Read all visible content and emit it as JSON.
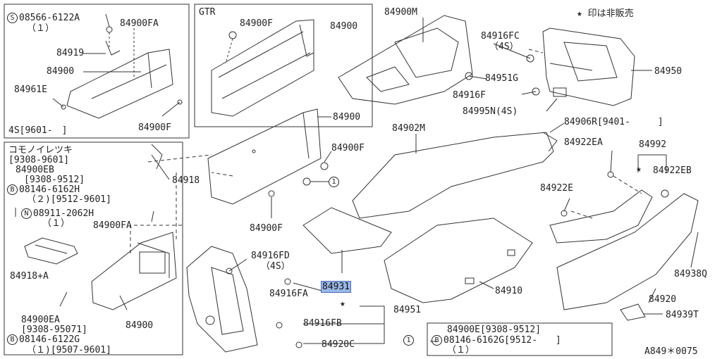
{
  "title_note": "★ 印は非販売",
  "diagram_code": "A849＊0075",
  "inset_top_left": {
    "items": {
      "s_part": "08566-6122A",
      "s_qty": "（１）",
      "fa": "84900FA",
      "p84919": "84919",
      "p84900": "84900",
      "p84961e": "84961E",
      "p84900f": "84900F",
      "date": "4S[9601-　]"
    }
  },
  "inset_gtr": {
    "heading": "GTR",
    "f": "84900F",
    "p84900": "84900"
  },
  "inset_left": {
    "heading": "コモノイレツキ",
    "date": "[9308-9601]",
    "eb": "84900EB",
    "eb_date": "[9308-9512]",
    "b_part": "08146-6162H",
    "b_qty": "（２)[9512-9601]",
    "n_part": "08911-2062H",
    "n_qty": "（１）",
    "fa": "84900FA",
    "p84918a": "84918+A",
    "ea": "84900EA",
    "ea_date": "[9308-95071]",
    "b2_part": "08146-6122G",
    "b2_qty": "（１)[9507-9601]",
    "p84900": "84900"
  },
  "labels": {
    "p84900m": "84900M",
    "p84916fc": "84916FC",
    "p4s_a": "（4S）",
    "p84951g": "84951G",
    "p84916f": "84916F",
    "p84995n": "84995N(4S)",
    "p84950": "84950",
    "p84900_mid": "84900",
    "p84900f_mid": "84900F",
    "p84902m": "84902M",
    "p84906r": "84906R[9401-　　　]",
    "p84918": "84918",
    "p84900f_low": "84900F",
    "p84922ea": "84922EA",
    "p84992": "84992",
    "p84922eb": "84922EB",
    "p84922e": "84922E",
    "p84916fd": "84916FD",
    "p4s_b": "（4S）",
    "p84916fa": "84916FA",
    "p84931": "84931",
    "p84951": "84951",
    "p84910": "84910",
    "p84938q": "84938Q",
    "p84920": "84920",
    "p84939t": "84939T",
    "p84916fb": "84916FB",
    "p84920c": "84920C"
  },
  "callout_1": {
    "line1": "84900E[9308-9512]",
    "b_part": "08146-6162G[9512-　　]",
    "qty": "（１）"
  },
  "circle_1": "1",
  "symbols": {
    "s": "S",
    "b": "B",
    "n": "N",
    "star": "★"
  }
}
